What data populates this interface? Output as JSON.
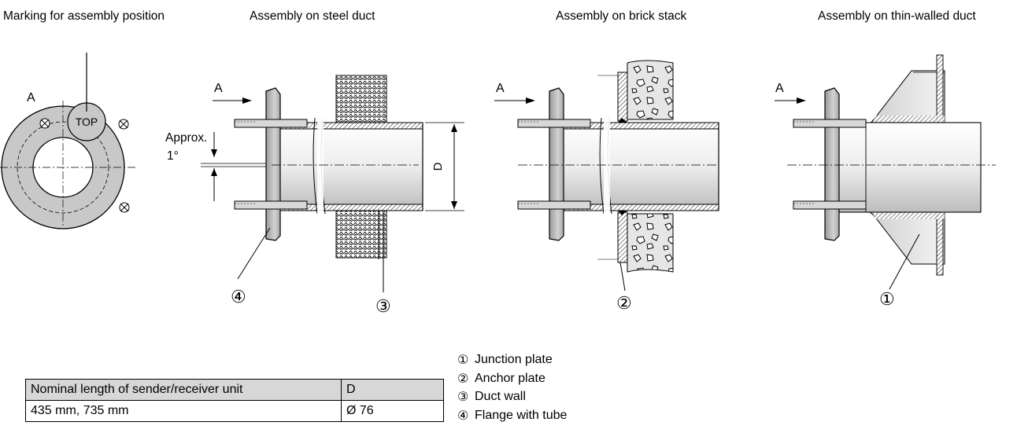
{
  "captions": {
    "marking": "Marking for assembly position",
    "steel": "Assembly on steel duct",
    "brick": "Assembly on brick stack",
    "thin": "Assembly on thin-walled duct"
  },
  "drawing_labels": {
    "view_a": "A",
    "top": "TOP",
    "approx": "Approx.",
    "angle": "1°",
    "diameter": "D"
  },
  "callouts": {
    "c1": "①",
    "c2": "②",
    "c3": "③",
    "c4": "④"
  },
  "legend": [
    {
      "num": "①",
      "text": "Junction plate"
    },
    {
      "num": "②",
      "text": "Anchor plate"
    },
    {
      "num": "③",
      "text": "Duct wall"
    },
    {
      "num": "④",
      "text": "Flange with tube"
    }
  ],
  "table": {
    "headers": [
      "Nominal length of sender/receiver unit",
      "D"
    ],
    "rows": [
      [
        "435 mm, 735 mm",
        "Ø 76"
      ]
    ]
  },
  "colors": {
    "hatch_gray": "#9a9a9a",
    "fill_gray": "#c8c8c8",
    "header_gray": "#d7d7d7"
  }
}
